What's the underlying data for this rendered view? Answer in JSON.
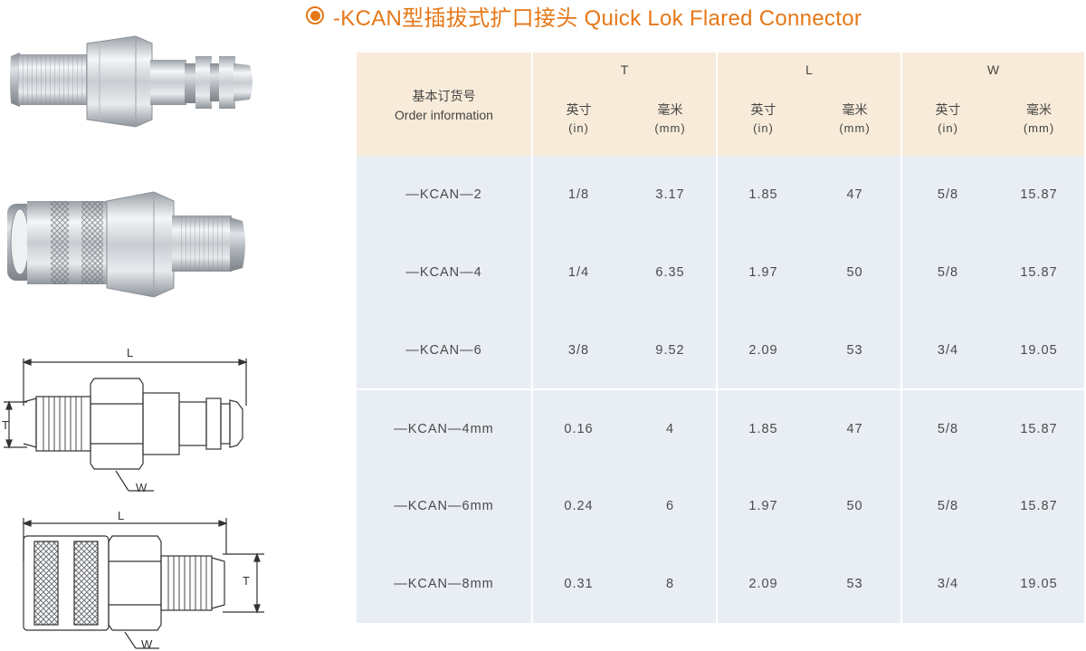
{
  "title": "-KCAN型插拔式扩口接头 Quick Lok Flared Connector",
  "colors": {
    "accent": "#e67817",
    "header_bg": "#f8ebd9",
    "body_bg": "#e9edf4"
  },
  "table": {
    "order_header_cn": "基本订货号",
    "order_header_en": "Order information",
    "groups": [
      {
        "name": "T",
        "inch_cn": "英寸",
        "inch_unit": "(in)",
        "mm_cn": "毫米",
        "mm_unit": "(mm)"
      },
      {
        "name": "L",
        "inch_cn": "英寸",
        "inch_unit": "(in)",
        "mm_cn": "毫米",
        "mm_unit": "(mm)"
      },
      {
        "name": "W",
        "inch_cn": "英寸",
        "inch_unit": "(in)",
        "mm_cn": "毫米",
        "mm_unit": "(mm)"
      }
    ],
    "rows": [
      [
        "—KCAN—2",
        "1/8",
        "3.17",
        "1.85",
        "47",
        "5/8",
        "15.87"
      ],
      [
        "—KCAN—4",
        "1/4",
        "6.35",
        "1.97",
        "50",
        "5/8",
        "15.87"
      ],
      [
        "—KCAN—6",
        "3/8",
        "9.52",
        "2.09",
        "53",
        "3/4",
        "19.05"
      ],
      [
        "—KCAN—4mm",
        "0.16",
        "4",
        "1.85",
        "47",
        "5/8",
        "15.87"
      ],
      [
        "—KCAN—6mm",
        "0.24",
        "6",
        "1.97",
        "50",
        "5/8",
        "15.87"
      ],
      [
        "—KCAN—8mm",
        "0.31",
        "8",
        "2.09",
        "53",
        "3/4",
        "19.05"
      ]
    ]
  },
  "diagrams": {
    "male": {
      "L": "L",
      "T": "T",
      "W": "W"
    },
    "female": {
      "L": "L",
      "T": "T",
      "W": "W"
    }
  }
}
